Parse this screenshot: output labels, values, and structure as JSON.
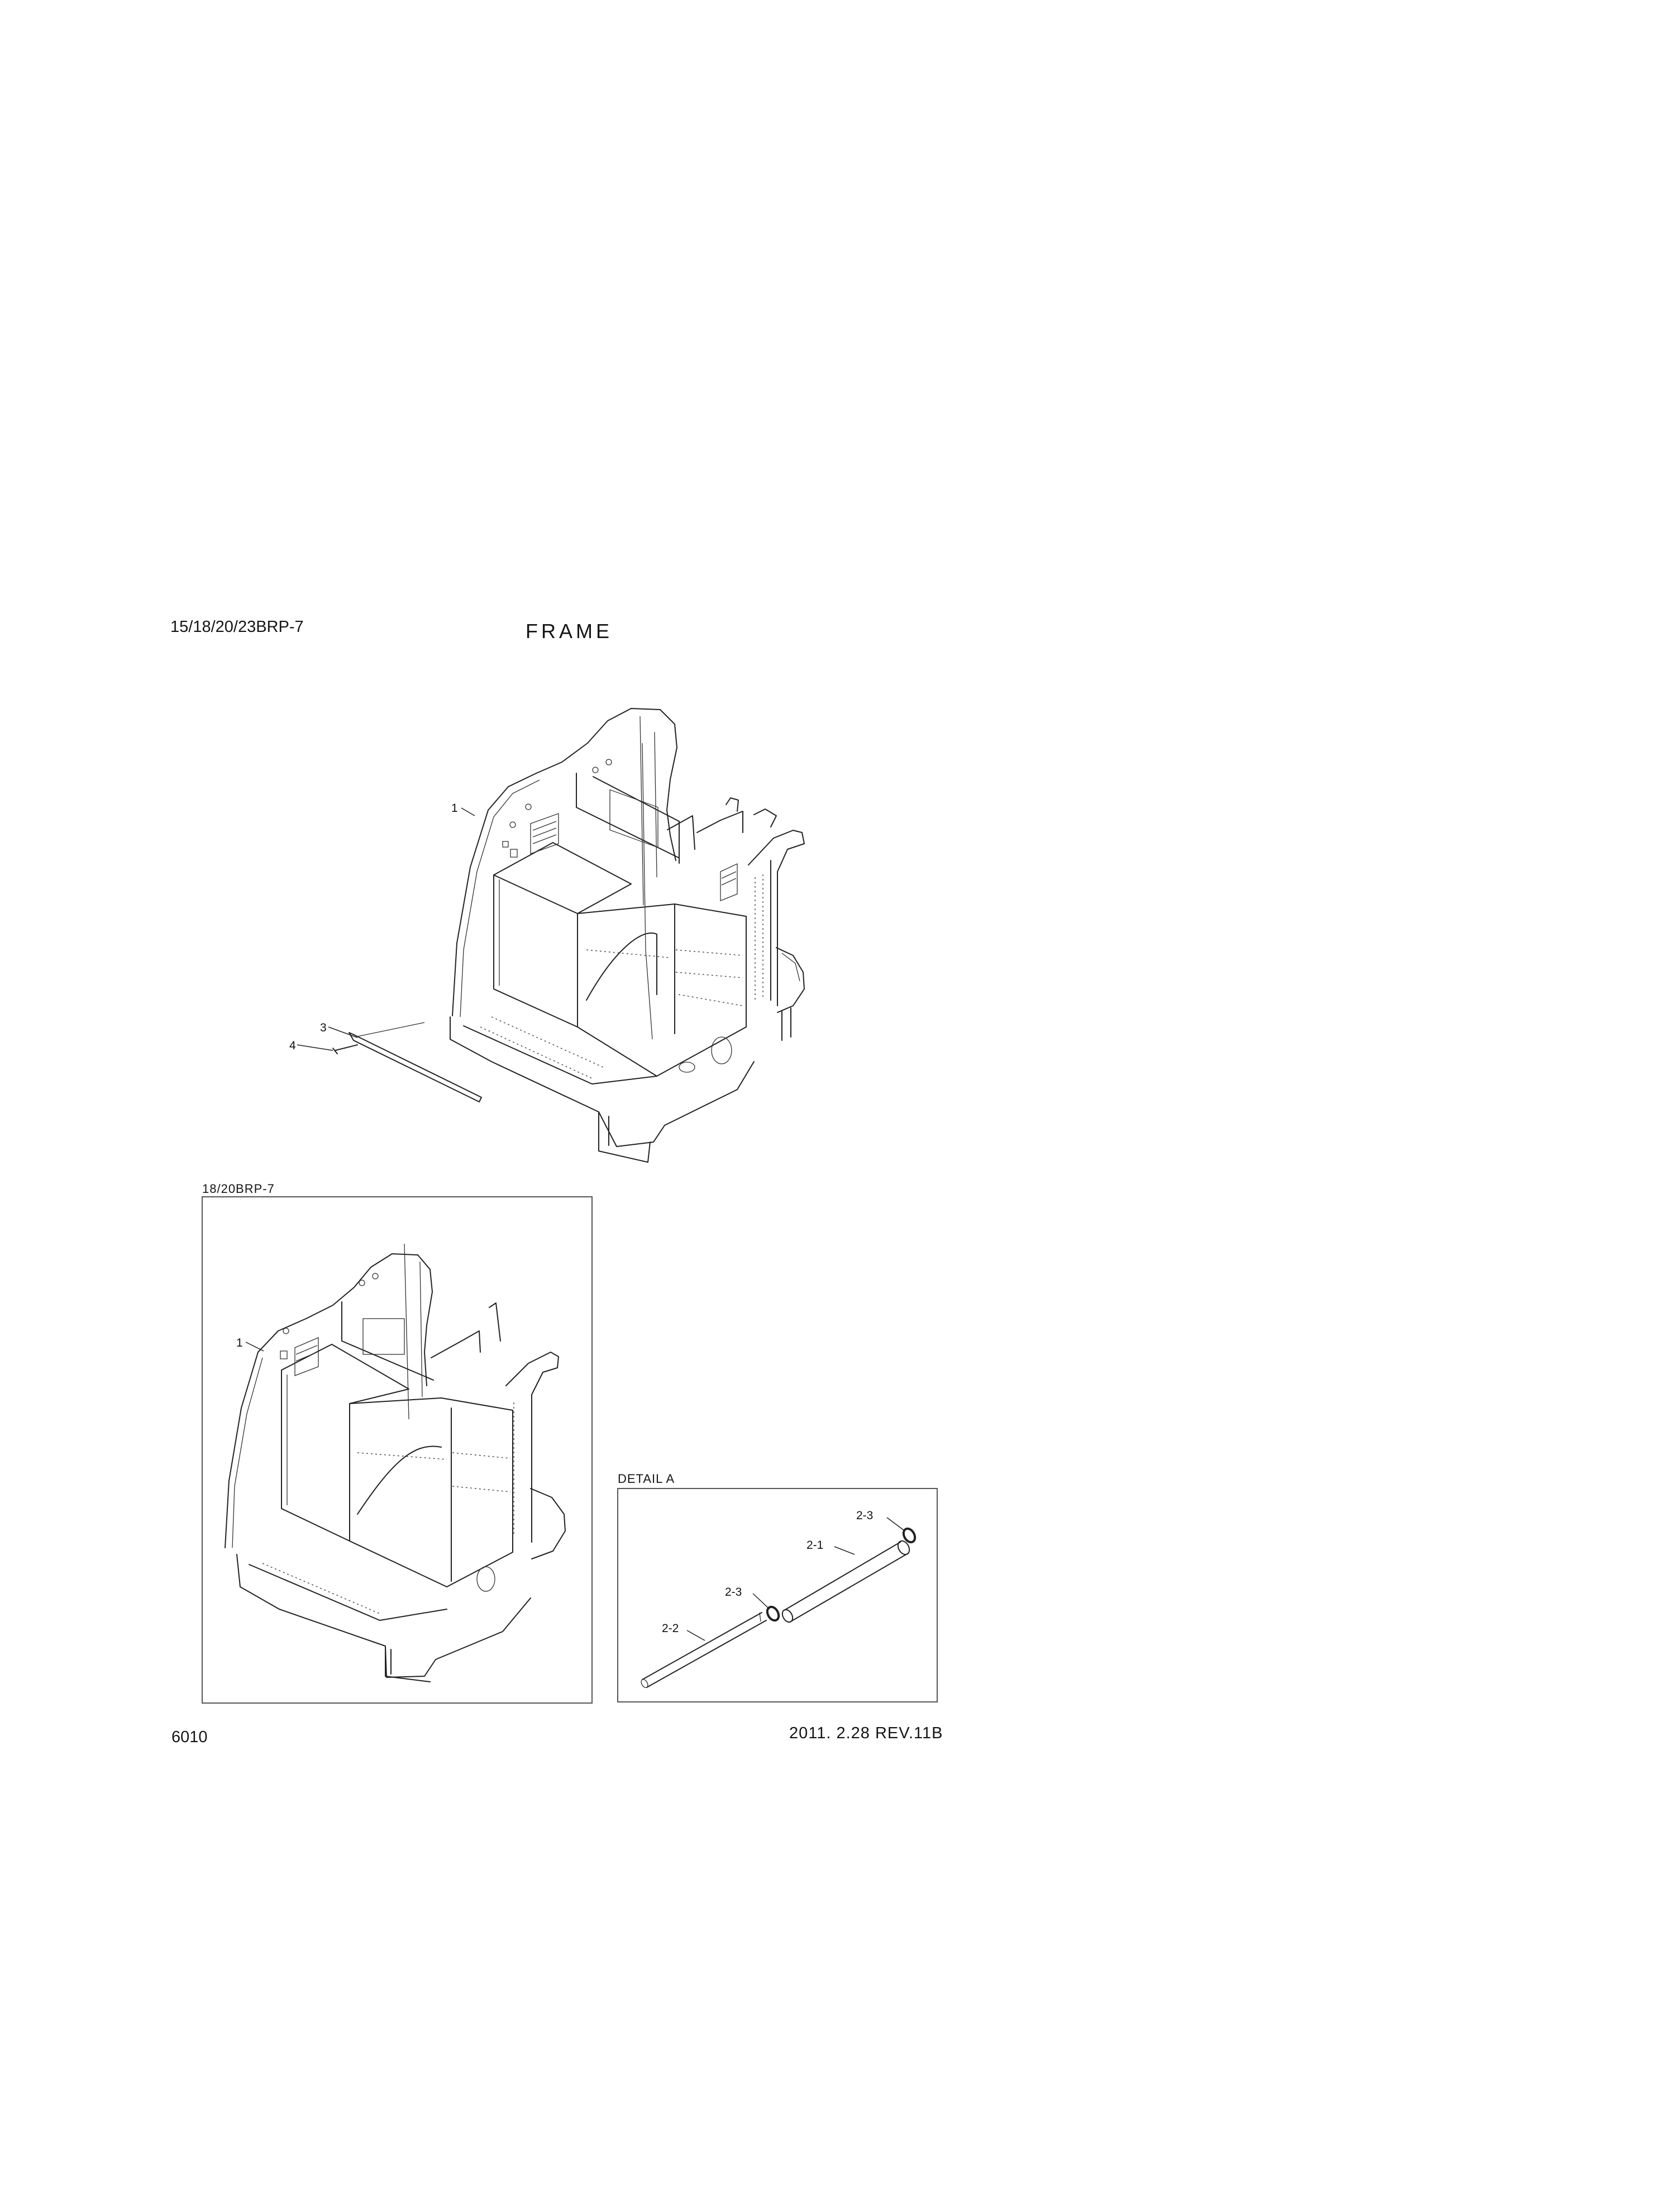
{
  "header": {
    "model_code": "15/18/20/23BRP-7",
    "title": "FRAME"
  },
  "main_drawing": {
    "callouts": [
      "1",
      "3",
      "4"
    ]
  },
  "inset_drawing": {
    "label": "18/20BRP-7",
    "callouts": [
      "1"
    ]
  },
  "detail": {
    "label": "DETAIL A",
    "callouts": [
      "2-3",
      "2-1",
      "2-3",
      "2-2"
    ]
  },
  "footer": {
    "page_number": "6010",
    "revision": "2011. 2.28  REV.11B"
  }
}
